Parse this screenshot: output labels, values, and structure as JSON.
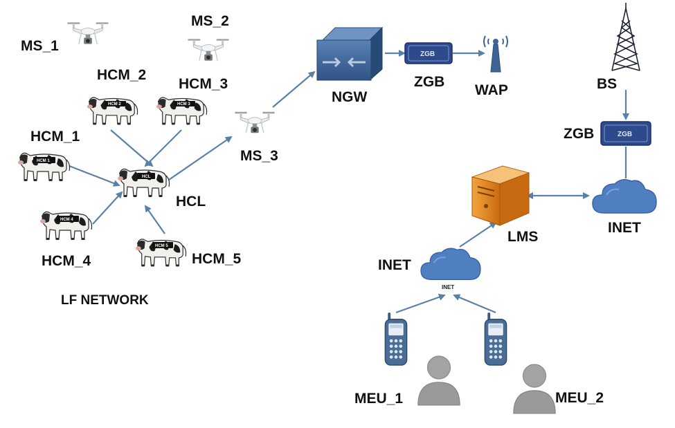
{
  "labels": {
    "ms1": "MS_1",
    "ms2": "MS_2",
    "ms3": "MS_3",
    "hcm1": "HCM_1",
    "hcm2": "HCM_2",
    "hcm3": "HCM_3",
    "hcm4": "HCM_4",
    "hcm5": "HCM_5",
    "hcl": "HCL",
    "lf_network": "LF NETWORK",
    "ngw": "NGW",
    "zgb_top": "ZGB",
    "wap": "WAP",
    "bs": "BS",
    "zgb_right": "ZGB",
    "inet_right": "INET",
    "lms": "LMS",
    "inet_left": "INET",
    "meu1": "MEU_1",
    "meu2": "MEU_2"
  },
  "device_text": {
    "zgb_box": "ZGB",
    "inet_small": "INET",
    "collar_hcm1": "HCM 1",
    "collar_hcm2": "HCM 2",
    "collar_hcm3": "HCM 3",
    "collar_hcm4": "HCM 4",
    "collar_hcm5": "HCM 5",
    "collar_hcl": "HCL"
  },
  "colors": {
    "arrow": "#5a7fa8",
    "gateway": "#3e6596",
    "zgb": "#2d4a8c",
    "cloud": "#4f7fc1",
    "server": "#e8861c",
    "phone": "#4a6d96",
    "user": "#9a9a9a"
  }
}
